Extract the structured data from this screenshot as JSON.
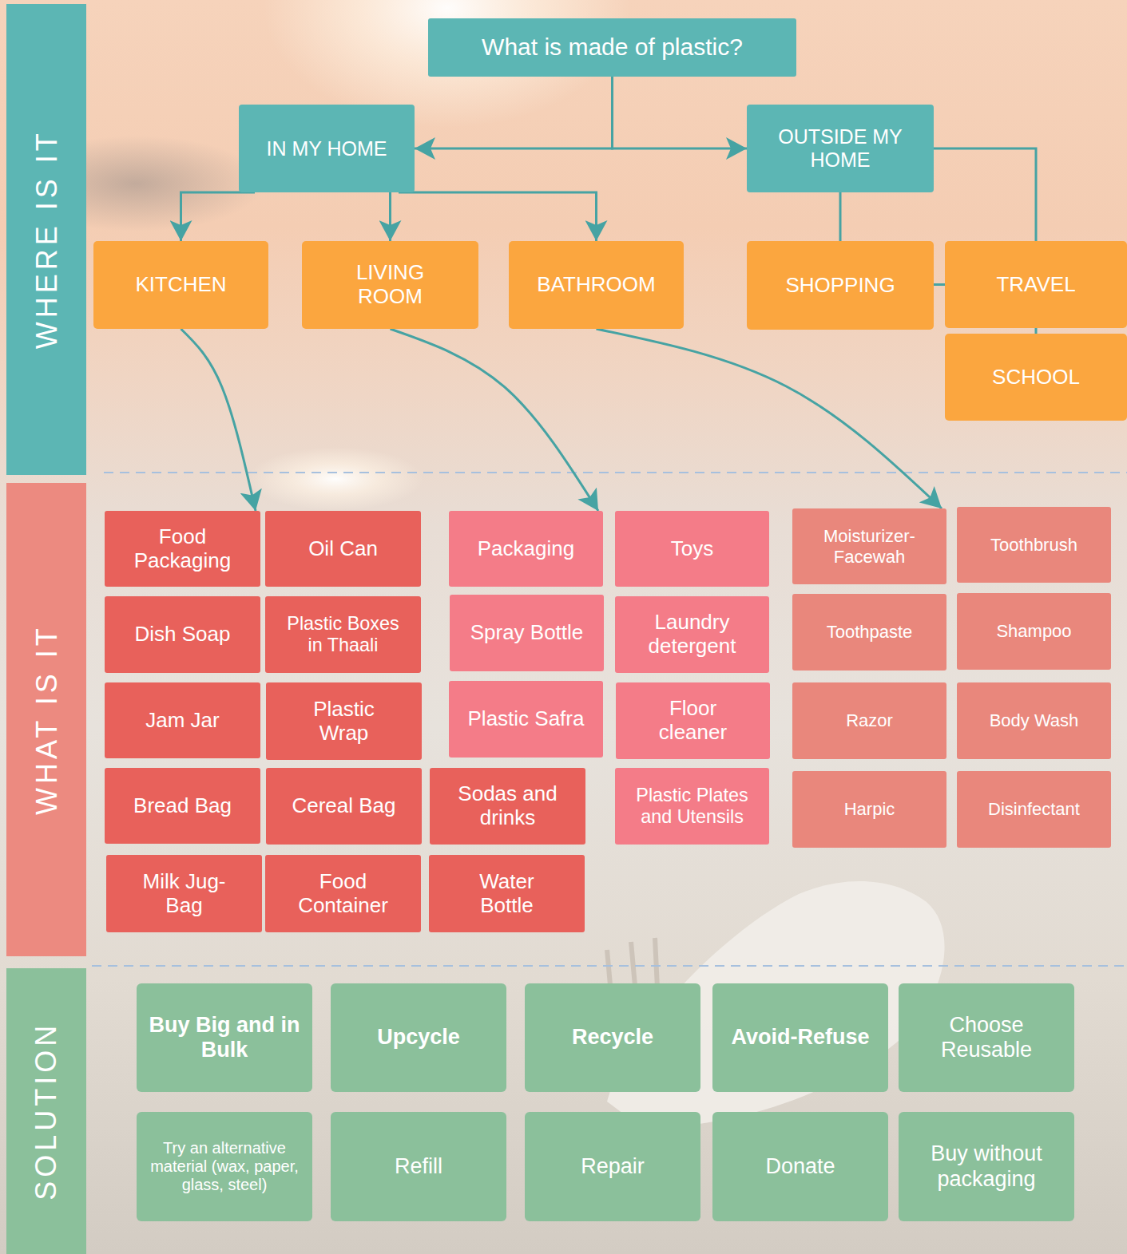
{
  "diagram": {
    "nodes": [
      {
        "text": [
          "WHERE IS IT"
        ]
      },
      {
        "text": [
          "What is made of plastic?"
        ]
      },
      {
        "text": [
          "IN MY HOME"
        ]
      },
      {
        "text": [
          "OUTSIDE MY HOME"
        ]
      },
      {
        "text": [
          "KITCHEN"
        ]
      },
      {
        "text": [
          "LIVING ROOM"
        ]
      },
      {
        "text": [
          "BATHROOM"
        ]
      },
      {
        "text": [
          "SHOPPING"
        ]
      },
      {
        "text": [
          "TRAVEL"
        ]
      },
      {
        "text": [
          "SCHOOL"
        ]
      },
      {
        "text": [
          "WHAT IS IT"
        ]
      },
      {
        "text": [
          "Food Packaging"
        ]
      },
      {
        "text": [
          "Oil Can"
        ]
      },
      {
        "text": [
          "Packaging"
        ]
      },
      {
        "text": [
          "Toys"
        ]
      },
      {
        "text": [
          "Moisturizer- Facewah"
        ]
      },
      {
        "text": [
          "Toothbrush"
        ]
      },
      {
        "text": [
          "Dish Soap"
        ]
      },
      {
        "text": [
          "Plastic Boxes in Thaali"
        ]
      },
      {
        "text": [
          "Spray Bottle"
        ]
      },
      {
        "text": [
          "Laundry detergent"
        ]
      },
      {
        "text": [
          "Toothpaste"
        ]
      },
      {
        "text": [
          "Shampoo"
        ]
      },
      {
        "text": [
          "Jam Jar"
        ]
      },
      {
        "text": [
          "Plastic Wrap"
        ]
      },
      {
        "text": [
          "Plastic Safra"
        ]
      },
      {
        "text": [
          "Floor cleaner"
        ]
      },
      {
        "text": [
          "Razor"
        ]
      },
      {
        "text": [
          "Body Wash"
        ]
      },
      {
        "text": [
          "Bread Bag"
        ]
      },
      {
        "text": [
          "Cereal Bag"
        ]
      },
      {
        "text": [
          "Sodas and drinks"
        ]
      },
      {
        "text": [
          "Plastic Plates and Utensils"
        ]
      },
      {
        "text": [
          "Harpic"
        ]
      },
      {
        "text": [
          "Disinfectant"
        ]
      },
      {
        "text": [
          "Milk Jug- Bag"
        ]
      },
      {
        "text": [
          "Food Container"
        ]
      },
      {
        "text": [
          "Water Bottle"
        ]
      },
      {
        "text": [
          "SOLUTION"
        ]
      },
      {
        "text": [
          "Buy Big and in Bulk"
        ]
      },
      {
        "text": [
          "Upcycle"
        ]
      },
      {
        "text": [
          "Recycle"
        ]
      },
      {
        "text": [
          "Avoid-Refuse"
        ]
      },
      {
        "text": [
          "Choose Reusable"
        ]
      },
      {
        "text": [
          "Try an alternative material (wax, paper, glass, steel)"
        ]
      },
      {
        "text": [
          "Refill"
        ]
      },
      {
        "text": [
          "Repair"
        ]
      },
      {
        "text": [
          "Donate"
        ]
      },
      {
        "text": [
          "Buy without packaging"
        ]
      }
    ],
    "edges": [
      {
        "from": 1,
        "to": 2,
        "arrow": "to"
      },
      {
        "from": 1,
        "to": 3,
        "arrow": "to"
      },
      {
        "from": 2,
        "to": 4,
        "arrow": "to"
      },
      {
        "from": 2,
        "to": 5,
        "arrow": "to"
      },
      {
        "from": 2,
        "to": 6,
        "arrow": "to"
      },
      {
        "from": 3,
        "to": 7,
        "arrow": "none"
      },
      {
        "from": 3,
        "to": 8,
        "arrow": "none"
      },
      {
        "from": 7,
        "to": 8,
        "arrow": "none"
      },
      {
        "from": 8,
        "to": 9,
        "arrow": "none"
      },
      {
        "from": 4,
        "to": 11,
        "arrow": "to"
      },
      {
        "from": 5,
        "to": 13,
        "arrow": "to"
      },
      {
        "from": 6,
        "to": 15,
        "arrow": "to"
      }
    ]
  }
}
